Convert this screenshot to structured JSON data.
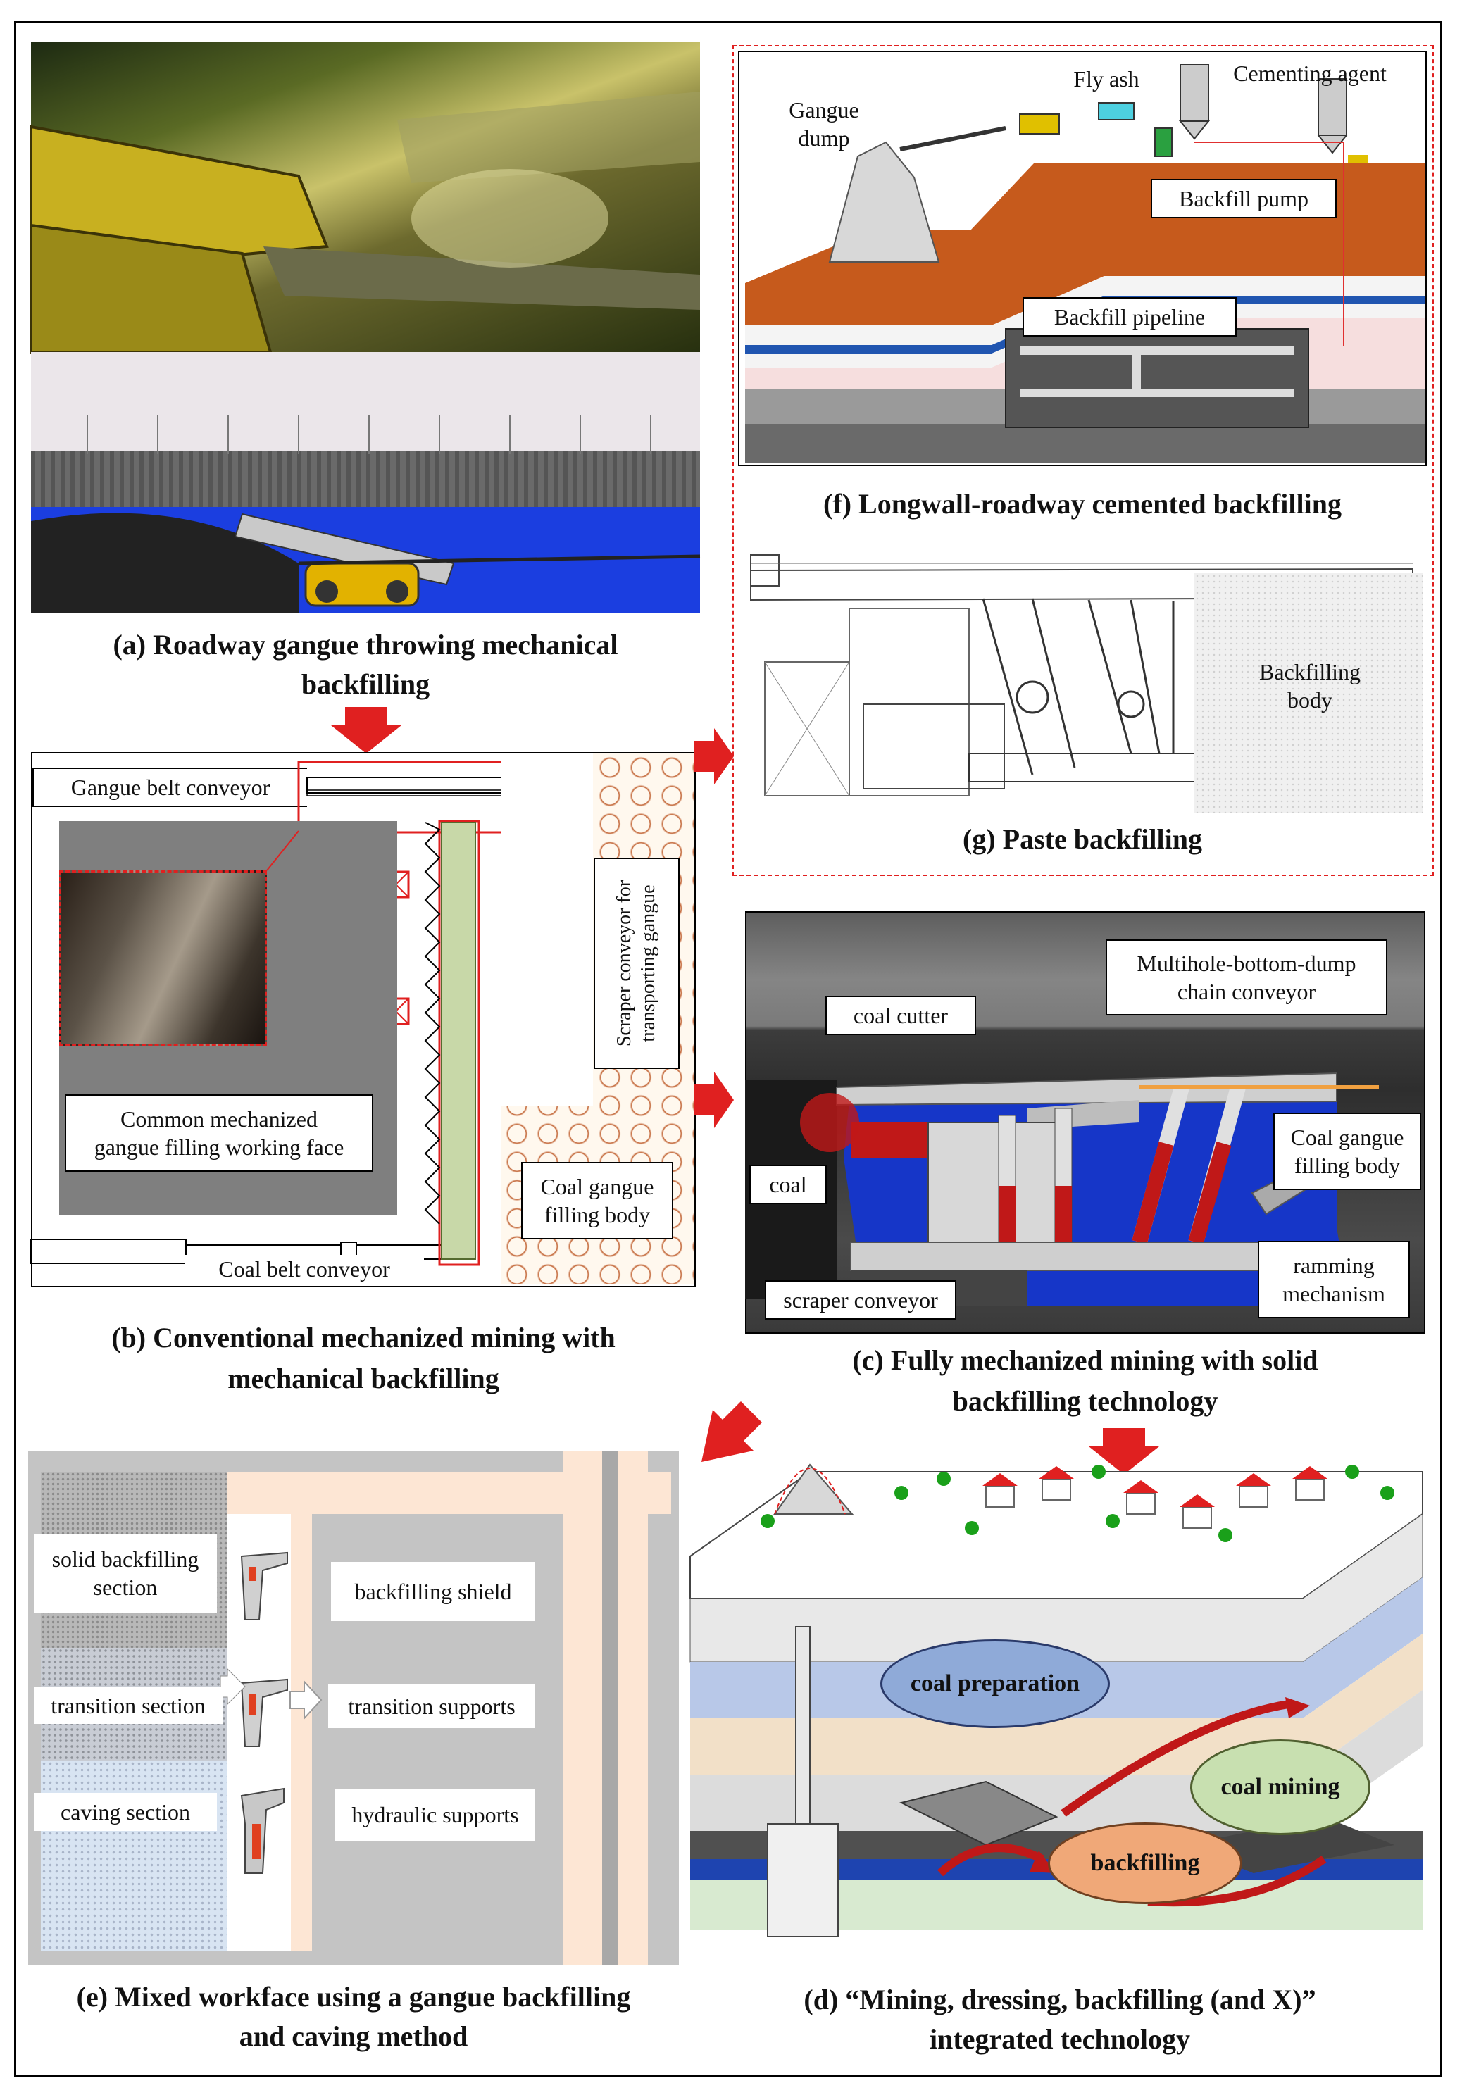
{
  "panels": {
    "a": {
      "caption_line1": "(a) Roadway gangue throwing  mechanical",
      "caption_line2": "backfilling"
    },
    "b": {
      "caption_line1": "(b) Conventional  mechanized  mining  with",
      "caption_line2": "mechanical  backfilling",
      "gangue_belt_conveyor": "Gangue belt conveyor",
      "scraper_conveyor": "Scraper conveyor for transporting gangue",
      "face_line1": "Common  mechanized",
      "face_line2": "gangue filling  working face",
      "filling_body_line1": "Coal gangue",
      "filling_body_line2": "filling body",
      "coal_belt_conveyor": "Coal belt conveyor"
    },
    "c": {
      "caption_line1": "(c) Fully  mechanized  mining  with  solid",
      "caption_line2": "backfilling  technology",
      "chain_line1": "Multihole-bottom-dump",
      "chain_line2": "chain conveyor",
      "coal_cutter": "coal cutter",
      "filling_line1": "Coal gangue",
      "filling_line2": "filling body",
      "coal": "coal",
      "ramming_line1": "ramming",
      "ramming_line2": "mechanism",
      "scraper_conveyor": "scraper conveyor"
    },
    "d": {
      "caption_line1": "(d) “Mining, dressing, backfilling (and X)”",
      "caption_line2": "integrated  technology",
      "coal_preparation": "coal preparation",
      "coal_mining": "coal mining",
      "backfilling": "backfilling"
    },
    "e": {
      "caption_line1": "(e) Mixed workface  using a gangue backfilling",
      "caption_line2": "and  caving  method",
      "solid_line1": "solid backfilling",
      "solid_line2": "section",
      "transition_section": "transition section",
      "caving_section": "caving section",
      "backfilling_shield": "backfilling  shield",
      "transition_supports": "transition supports",
      "hydraulic_supports": "hydraulic supports"
    },
    "f": {
      "caption": "(f)  Longwall-roadway  cemented backfilling",
      "fly_ash": "Fly  ash",
      "cementing_agent": "Cementing  agent",
      "gangue_line1": "Gangue",
      "gangue_line2": "dump",
      "backfill_pump": "Backfill  pump",
      "backfill_pipeline": "Backfill  pipeline"
    },
    "g": {
      "caption": "(g)  Paste backfilling",
      "body_line1": "Backfilling",
      "body_line2": "body"
    }
  }
}
